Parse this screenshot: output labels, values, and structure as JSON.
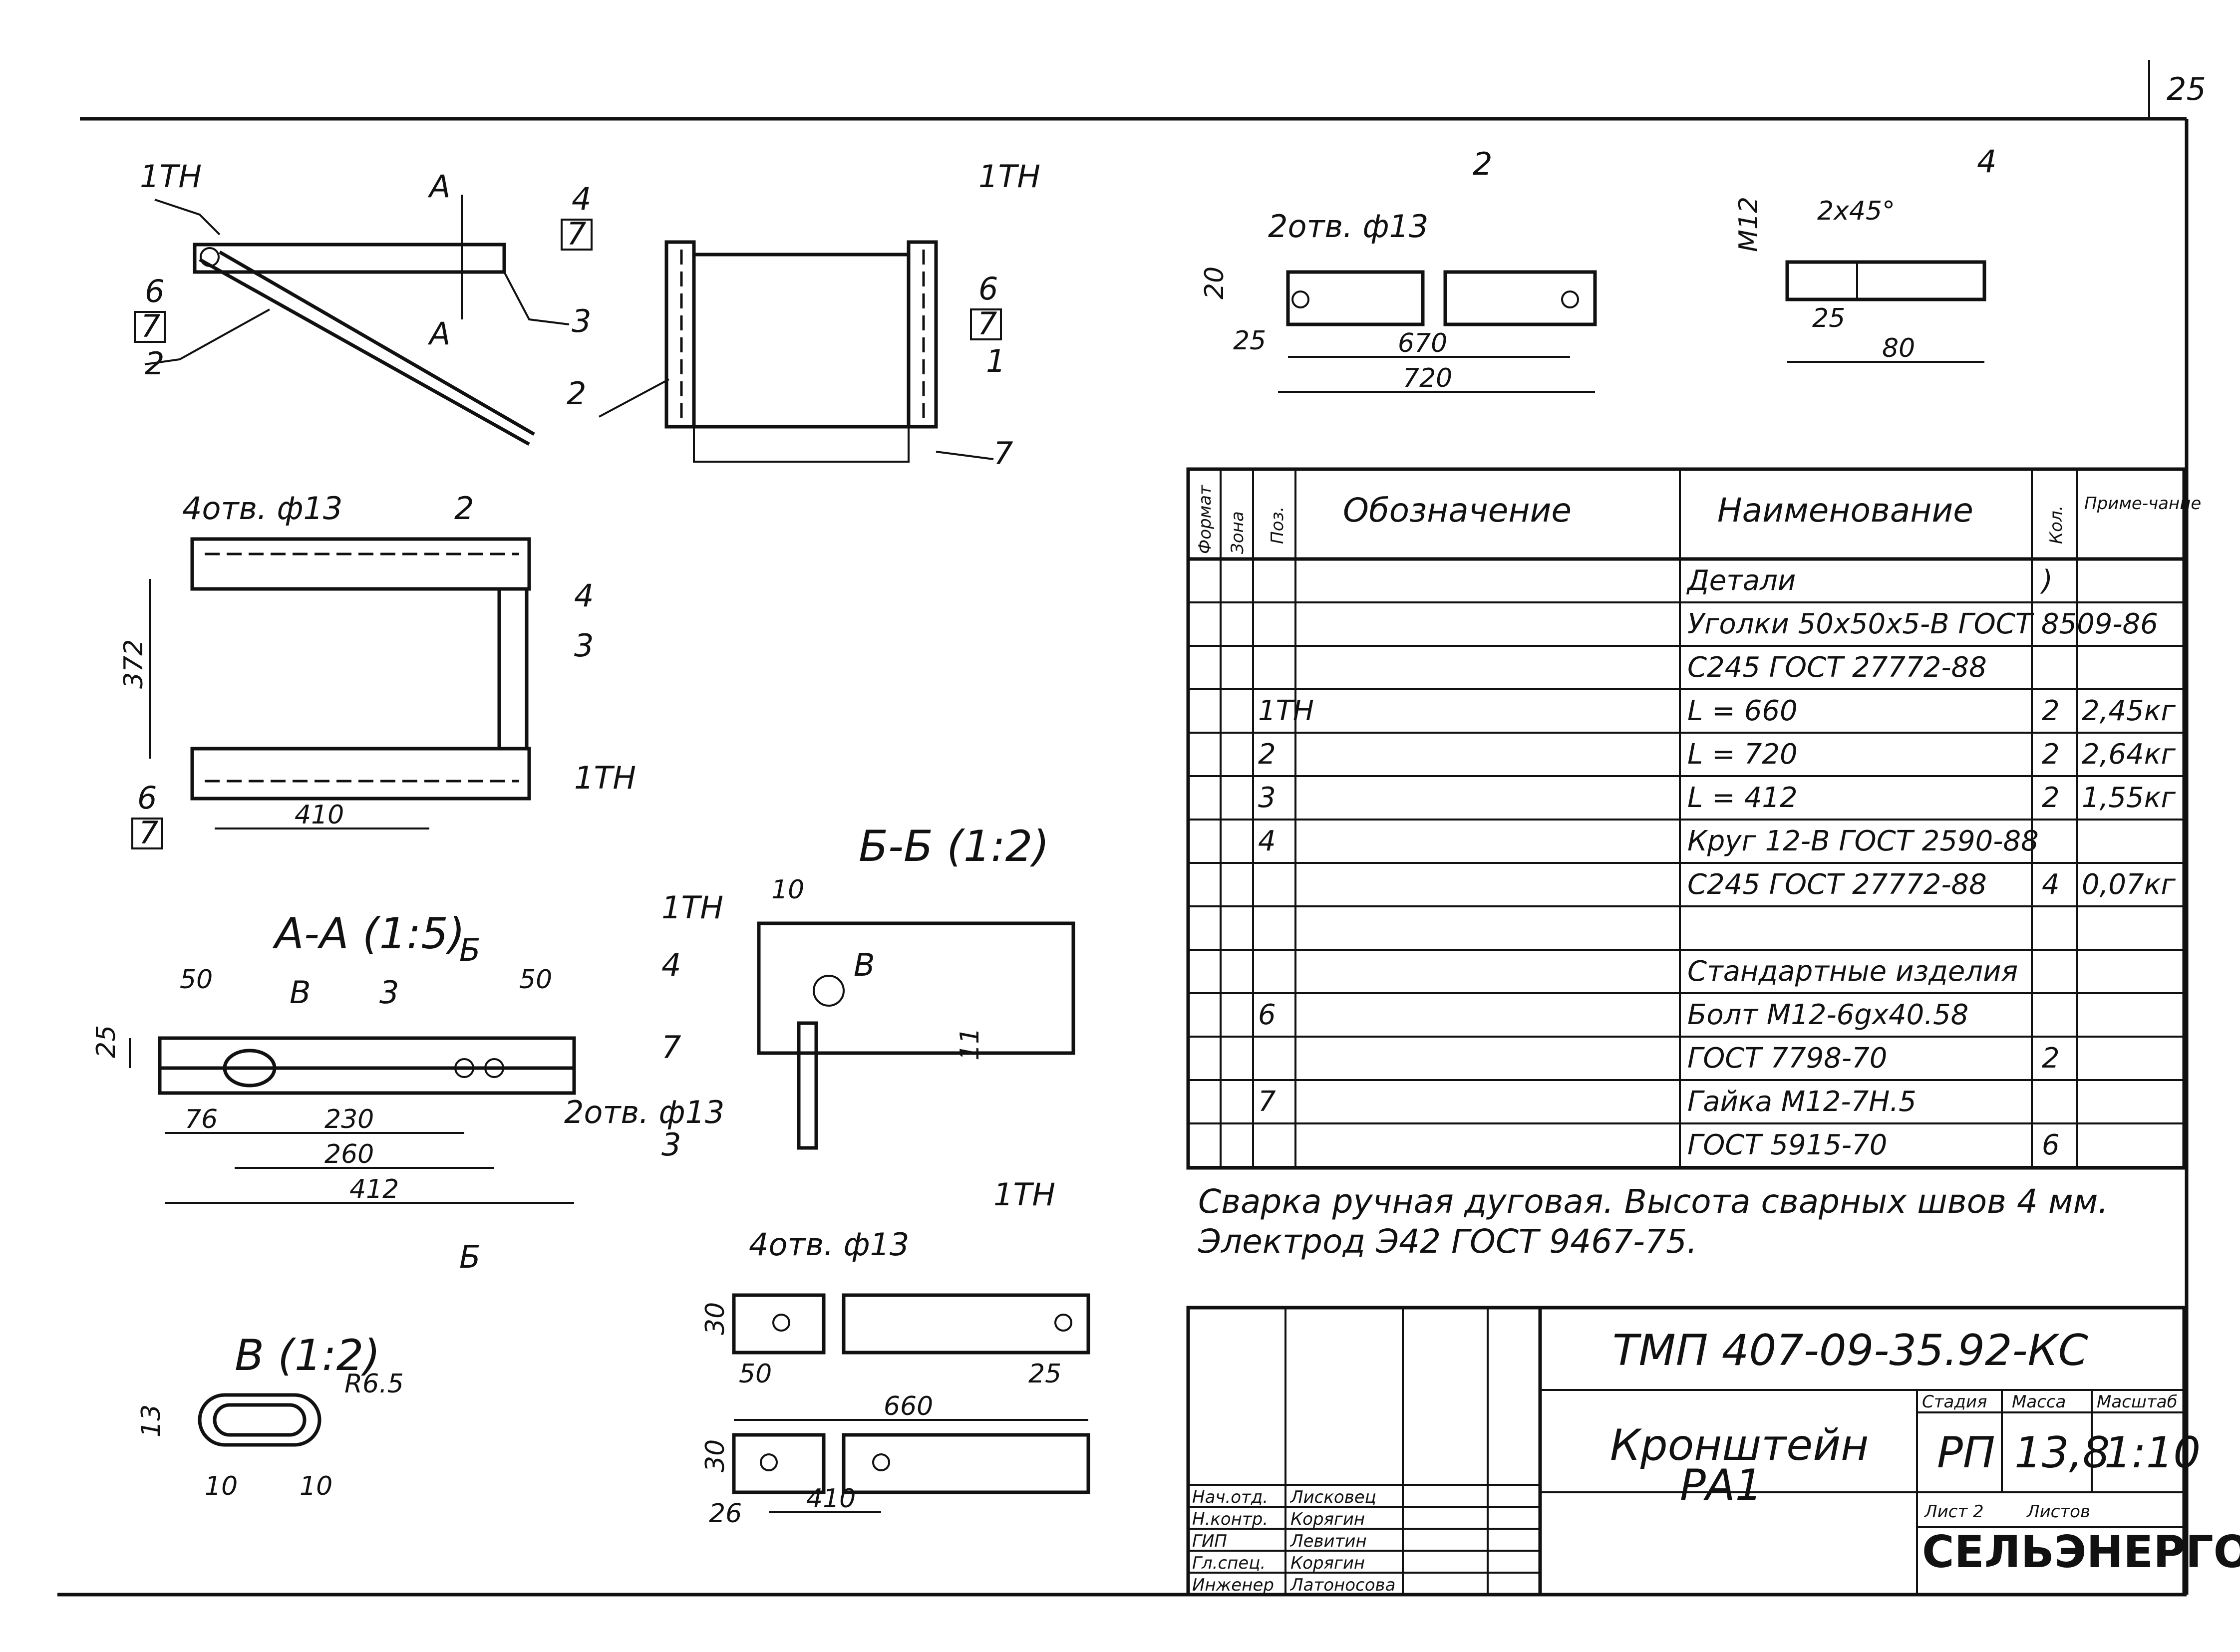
{
  "sheet_number": "25",
  "views": {
    "isometric": {
      "labels": [
        "1ТН",
        "А",
        "А",
        "4",
        "7",
        "6",
        "7",
        "3",
        "2"
      ]
    },
    "side_view": {
      "labels": [
        "1ТН",
        "6",
        "7",
        "1",
        "2",
        "7"
      ]
    },
    "plan_view": {
      "hole_note": "4отв. ф13",
      "labels": [
        "2",
        "4",
        "3",
        "1ТН",
        "6",
        "7"
      ],
      "dims": [
        "372",
        "410"
      ]
    },
    "section_aa": {
      "title": "А-А (1:5)",
      "cut": "Б",
      "labels": [
        "В",
        "3",
        "1ТН",
        "4",
        "7",
        "3"
      ],
      "dims": [
        "50",
        "50",
        "25",
        "76",
        "230",
        "260",
        "412"
      ],
      "hole_note": "2отв. ф13",
      "cut_bottom": "Б"
    },
    "section_bb": {
      "title": "Б-Б (1:2)",
      "labels": [
        "В"
      ],
      "dims": [
        "10",
        "11"
      ]
    },
    "detail_v": {
      "title": "В (1:2)",
      "dims": [
        "R6.5",
        "13",
        "10",
        "10"
      ]
    },
    "part_2": {
      "pos": "2",
      "hole_note": "2отв. ф13",
      "dims": [
        "20",
        "25",
        "670",
        "720"
      ]
    },
    "part_4": {
      "pos": "4",
      "dims": [
        "М12",
        "2х45°",
        "25",
        "80"
      ]
    },
    "part_1": {
      "pos": "1ТН",
      "hole_note": "4отв. ф13",
      "dims": [
        "30",
        "50",
        "25",
        "660",
        "30",
        "26",
        "410"
      ]
    }
  },
  "spec_table": {
    "headers": {
      "format": "Формат",
      "zone": "Зона",
      "pos": "Поз.",
      "designation": "Обозначение",
      "name": "Наименование",
      "qty": "Кол.",
      "note": "Приме-чание"
    },
    "rows": [
      {
        "pos": "",
        "name": "Детали",
        "qty": ")",
        "note": ""
      },
      {
        "pos": "",
        "name": "Уголки 50х50х5-В ГОСТ 8509-86",
        "qty": "",
        "note": ""
      },
      {
        "pos": "",
        "name": "С245 ГОСТ 27772-88",
        "qty": "",
        "note": ""
      },
      {
        "pos": "1ТН",
        "name": "L = 660",
        "qty": "2",
        "note": "2,45кг"
      },
      {
        "pos": "2",
        "name": "L = 720",
        "qty": "2",
        "note": "2,64кг"
      },
      {
        "pos": "3",
        "name": "L = 412",
        "qty": "2",
        "note": "1,55кг"
      },
      {
        "pos": "4",
        "name": "Круг 12-В ГОСТ 2590-88",
        "qty": "",
        "note": ""
      },
      {
        "pos": "",
        "name": "С245 ГОСТ 27772-88",
        "qty": "4",
        "note": "0,07кг"
      },
      {
        "pos": "",
        "name": "",
        "qty": "",
        "note": ""
      },
      {
        "pos": "",
        "name": "Стандартные изделия",
        "qty": "",
        "note": ""
      },
      {
        "pos": "6",
        "name": "Болт М12-6gх40.58",
        "qty": "",
        "note": ""
      },
      {
        "pos": "",
        "name": "ГОСТ 7798-70",
        "qty": "2",
        "note": ""
      },
      {
        "pos": "7",
        "name": "Гайка М12-7Н.5",
        "qty": "",
        "note": ""
      },
      {
        "pos": "",
        "name": "ГОСТ 5915-70",
        "qty": "6",
        "note": ""
      }
    ]
  },
  "notes": {
    "line1": "Сварка ручная дуговая. Высота сварных швов 4 мм.",
    "line2": "Электрод Э42 ГОСТ 9467-75."
  },
  "title_block": {
    "code": "ТМП 407-09-35.92-КС",
    "item_name_1": "Кронштейн",
    "item_name_2": "РА1",
    "stage_label": "Стадия",
    "mass_label": "Масса",
    "scale_label": "Масштаб",
    "stage": "РП",
    "mass": "13,8",
    "scale": "1:10",
    "sheet_label": "Лист 2",
    "sheets_label": "Листов",
    "org": "СЕЛЬЭНЕРГОПРОЕКТ",
    "signatures": [
      {
        "role": "Нач.отд.",
        "name": "Лисковец"
      },
      {
        "role": "Н.контр.",
        "name": "Корягин"
      },
      {
        "role": "ГИП",
        "name": "Левитин"
      },
      {
        "role": "Гл.спец.",
        "name": "Корягин"
      },
      {
        "role": "Инженер",
        "name": "Латоносова"
      }
    ]
  }
}
